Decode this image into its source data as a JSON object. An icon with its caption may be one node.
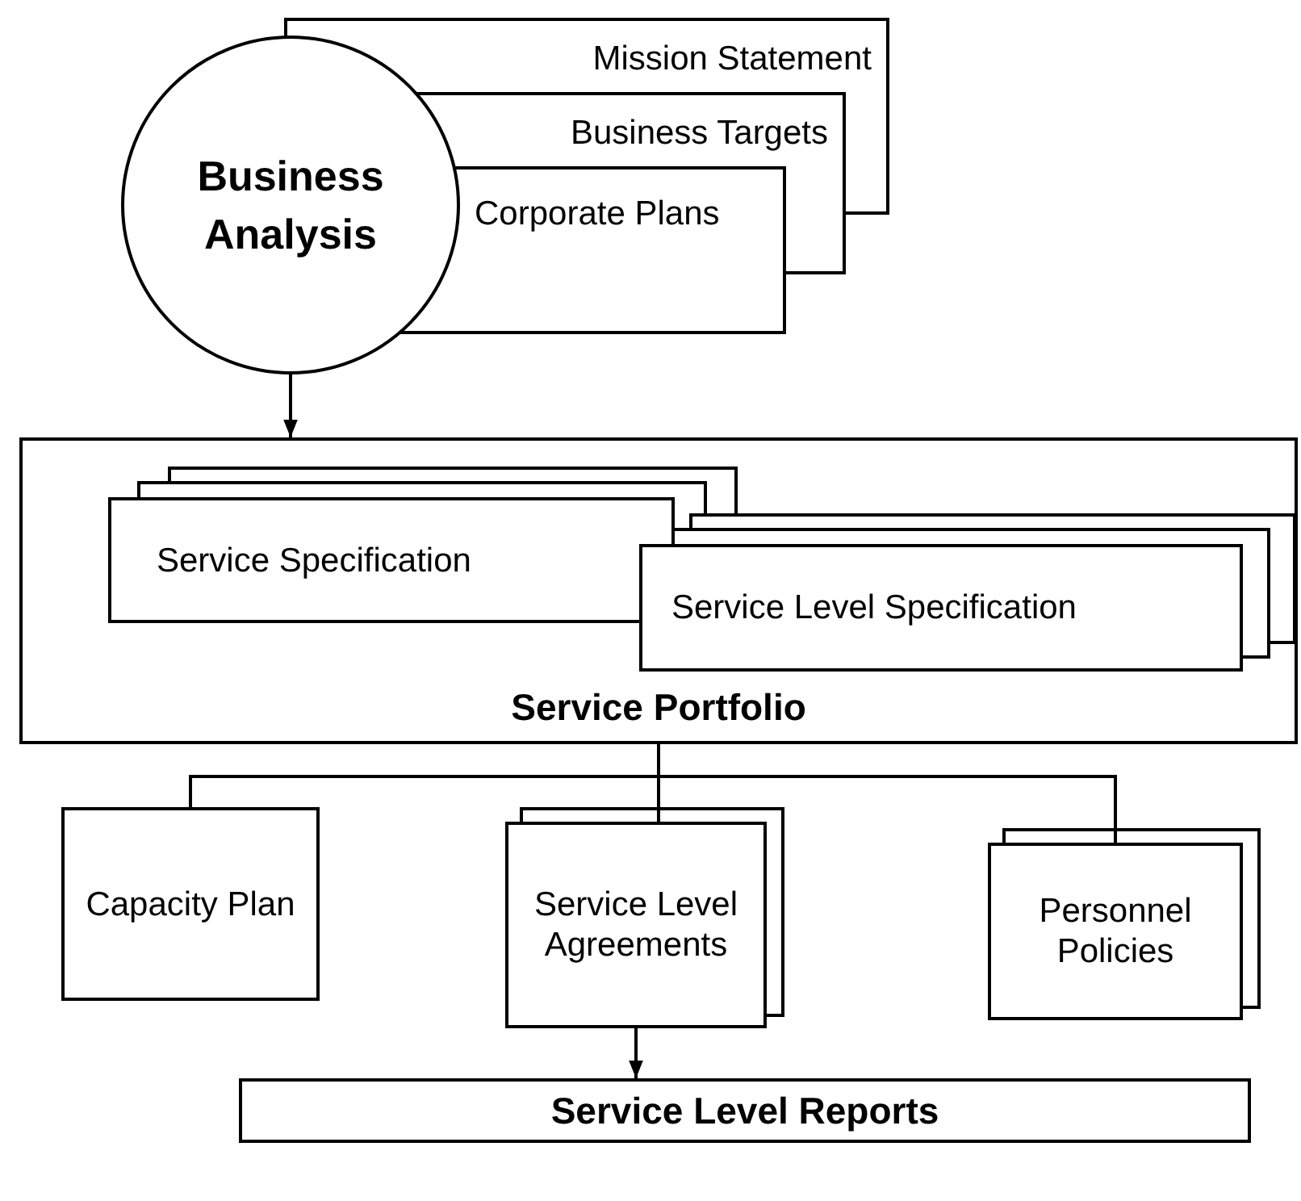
{
  "diagram": {
    "nodes": [
      {
        "text": [
          "Business Analysis"
        ]
      },
      {
        "text": [
          "Mission Statement"
        ]
      },
      {
        "text": [
          "Business Targets"
        ]
      },
      {
        "text": [
          "Corporate Plans"
        ]
      },
      {
        "text": [
          "Service Portfolio"
        ]
      },
      {
        "text": [
          "Service Specification"
        ],
        "in": 4
      },
      {
        "text": [
          "Service Level Specification"
        ],
        "in": 4
      },
      {
        "text": [
          "Capacity Plan"
        ]
      },
      {
        "text": [
          "Service Level Agreements"
        ]
      },
      {
        "text": [
          "Personnel Policies"
        ]
      },
      {
        "text": [
          "Service Level Reports"
        ]
      }
    ],
    "edges": [
      {
        "from": 0,
        "to": 4,
        "arrow": "to"
      },
      {
        "from": 4,
        "to": 7,
        "arrow": "none"
      },
      {
        "from": 4,
        "to": 8,
        "arrow": "none"
      },
      {
        "from": 4,
        "to": 9,
        "arrow": "none"
      },
      {
        "from": 8,
        "to": 10,
        "arrow": "to"
      }
    ]
  }
}
